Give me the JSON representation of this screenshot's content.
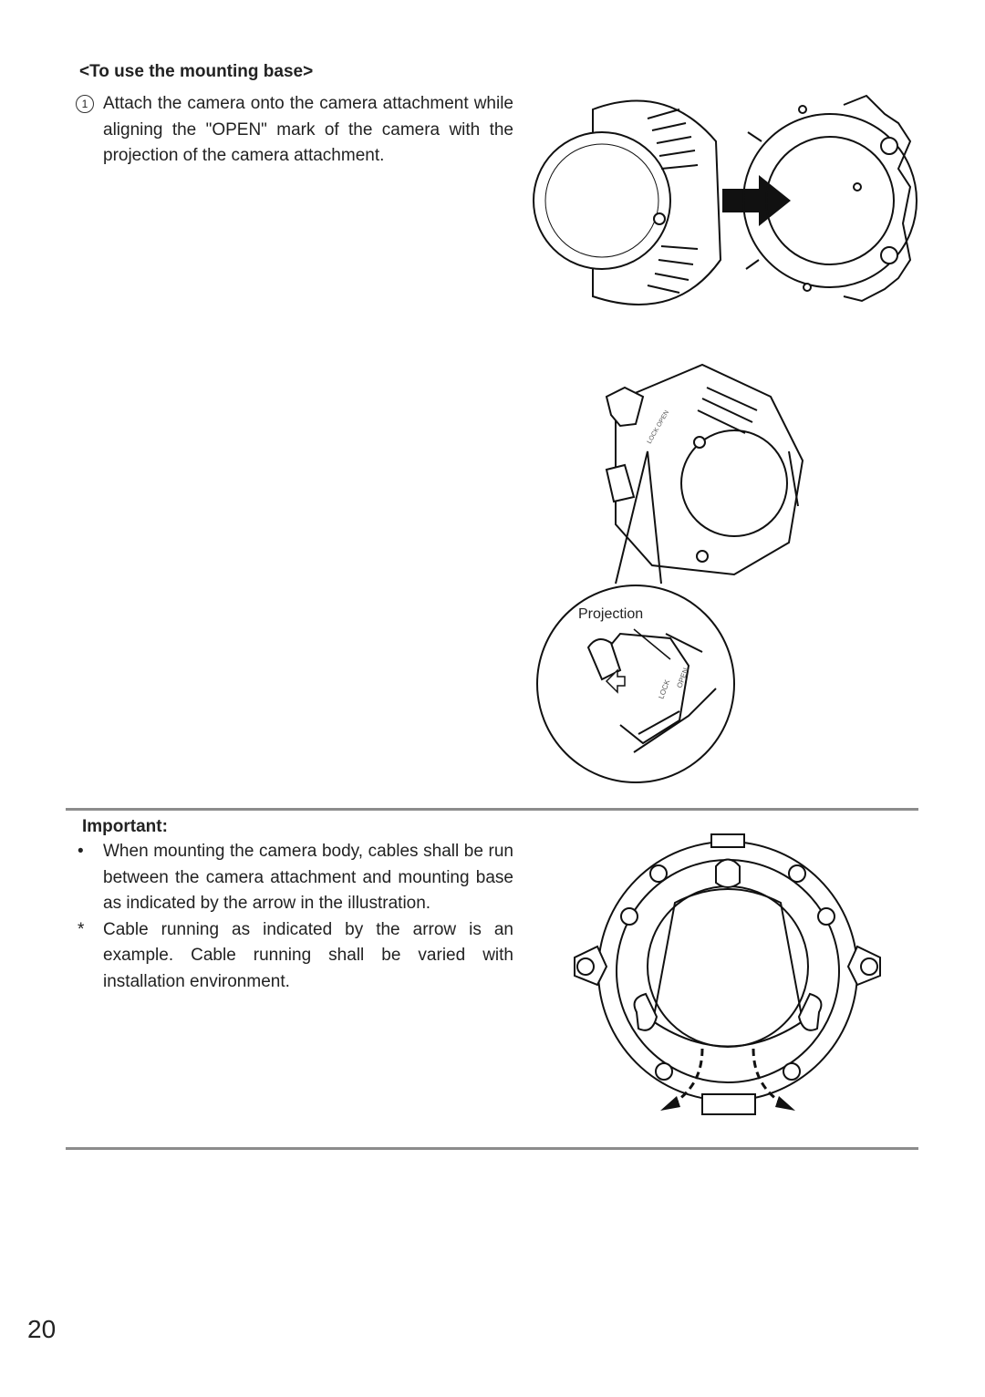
{
  "section": {
    "heading": "<To use the mounting base>",
    "step": {
      "number": "1",
      "text": "Attach the camera onto the camera attachment while aligning the \"OPEN\" mark of the camera with the projection of the camera attachment."
    }
  },
  "figure2": {
    "callout_label": "Projection",
    "mark_lock": "LOCK",
    "mark_open": "OPEN"
  },
  "important": {
    "title": "Important:",
    "bullet_mark": "•",
    "bullet": "When mounting the camera body, cables shall be run between the camera attachment and mounting base as indicated by the arrow in the illustration.",
    "note_mark": "*",
    "note": "Cable running as indicated by the arrow is an example. Cable running shall be varied with installation environment."
  },
  "page_number": "20"
}
